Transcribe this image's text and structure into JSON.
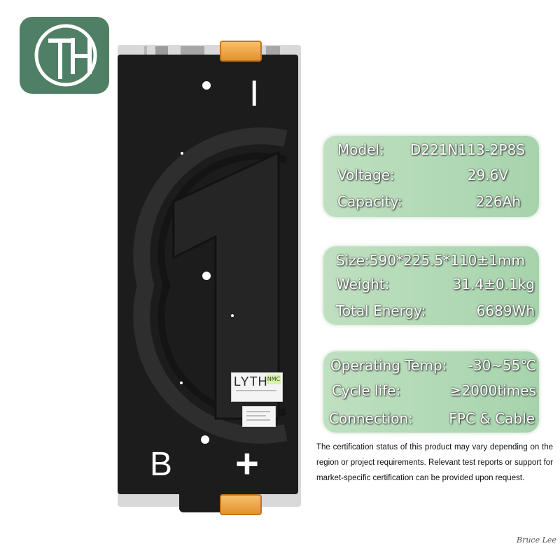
{
  "logo": {
    "icon": "th-monogram-logo",
    "color": "#4f7f64"
  },
  "battery_pack": {
    "top_terminal_label": "I",
    "bottom_left_label": "B",
    "bottom_right_label": "+",
    "sticker_brand": "LYTH",
    "sticker_chemistry": "NMC",
    "body_color": "#1c1c1c",
    "connector_color": "#e8a040"
  },
  "spec_cards": [
    {
      "rows": [
        {
          "key": "Model:",
          "value": "D221N113-2P8S"
        },
        {
          "key": "Voltage:",
          "value": "29.6V"
        },
        {
          "key": "Capacity:",
          "value": "226Ah"
        }
      ]
    },
    {
      "rows": [
        {
          "key": "Size:590*225.5*110±1mm",
          "value": ""
        },
        {
          "key": "Weight:",
          "value": "31.4±0.1kg"
        },
        {
          "key": "Total Energy:",
          "value": "6689Wh"
        }
      ]
    },
    {
      "rows": [
        {
          "key": "Operating Temp:",
          "value": "-30~55℃"
        },
        {
          "key": "Cycle life:",
          "value": "≥2000times"
        },
        {
          "key": "Connection:",
          "value": "FPC & Cable"
        }
      ]
    }
  ],
  "note": "The certification status of this product may vary depending on the region or project requirements. Relevant test reports or support for market-specific certification can be provided upon request.",
  "signature": "Bruce Lee",
  "colors": {
    "card_green": "#b3d9b6",
    "text_white": "#ffffff"
  }
}
